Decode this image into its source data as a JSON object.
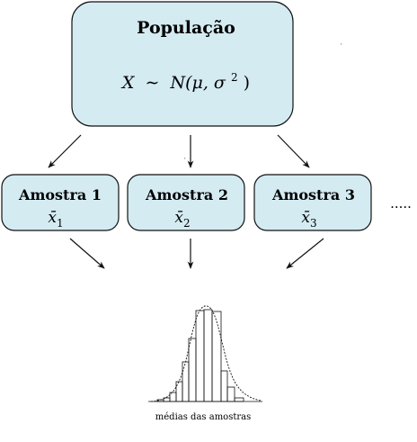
{
  "population": {
    "title": "População",
    "formula_lhs": "X",
    "formula_op": "∼",
    "formula_rhs": "N(μ, σ",
    "formula_exp": "2",
    "formula_close": ")"
  },
  "samples": [
    {
      "title": "Amostra 1",
      "stat": "x̄",
      "sub": "1"
    },
    {
      "title": "Amostra 2",
      "stat": "x̄",
      "sub": "2"
    },
    {
      "title": "Amostra 3",
      "stat": "x̄",
      "sub": "3"
    }
  ],
  "ellipsis": ".....",
  "histogram": {
    "caption": "médias das amostras"
  },
  "colors": {
    "box_fill": "#d4ebf2",
    "box_stroke": "#111111"
  }
}
